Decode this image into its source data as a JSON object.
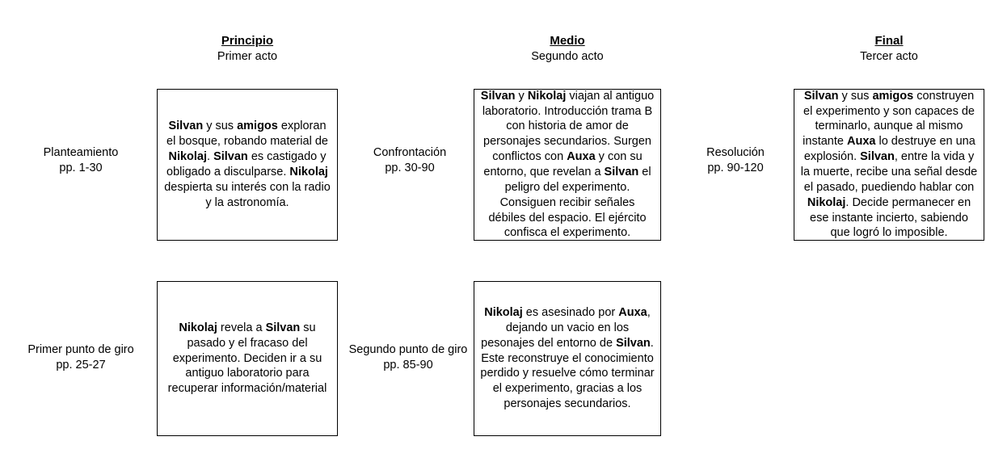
{
  "columns": [
    {
      "title": "Principio",
      "subtitle": "Primer acto"
    },
    {
      "title": "Medio",
      "subtitle": "Segundo acto"
    },
    {
      "title": "Final",
      "subtitle": "Tercer acto"
    }
  ],
  "stages": [
    {
      "name": "Planteamiento",
      "pages": "pp. 1-30"
    },
    {
      "name": "Primer punto de giro",
      "pages": "pp. 25-27"
    },
    {
      "name": "Confrontación",
      "pages": "pp. 30-90"
    },
    {
      "name": "Segundo punto de giro",
      "pages": "pp. 85-90"
    },
    {
      "name": "Resolución",
      "pages": "pp. 90-120"
    }
  ],
  "boxes": {
    "r1c1": "<b>Silvan</b> y sus <b>amigos</b> exploran el bosque, robando material de <b>Nikolaj</b>. <b>Silvan</b> es castigado y obligado a disculparse. <b>Nikolaj</b> despierta su interés con la radio y la astronomía.",
    "r1c2": "<b>Silvan</b> y <b>Nikolaj</b> viajan al antiguo laboratorio. Introducción trama B con historia de amor de personajes secundarios. Surgen conflictos con <b>Auxa</b> y con su entorno, que revelan a <b>Silvan</b> el peligro del experimento. Consiguen recibir señales débiles del espacio. El ejército confisca el experimento.",
    "r1c3": "<b>Silvan</b> y sus <b>amigos</b> construyen el experimento y son capaces de terminarlo, aunque al mismo instante <b>Auxa</b> lo destruye en una explosión. <b>Silvan</b>, entre la vida y la muerte, recibe una señal desde el pasado, puediendo hablar con <b>Nikolaj</b>. Decide permanecer en ese instante incierto, sabiendo que logró lo imposible.",
    "r2c1": "<b>Nikolaj</b> revela a <b>Silvan</b> su pasado y el fracaso del experimento. Deciden ir a su antiguo laboratorio para recuperar información/material",
    "r2c2": "<b>Nikolaj</b> es asesinado por <b>Auxa</b>, dejando un vacio en los pesonajes del entorno de <b>Silvan</b>. Este reconstruye el conocimiento perdido y resuelve cómo terminar el experimento, gracias a los personajes secundarios."
  },
  "colors": {
    "background": "#ffffff",
    "text": "#000000",
    "box_border": "#000000"
  }
}
